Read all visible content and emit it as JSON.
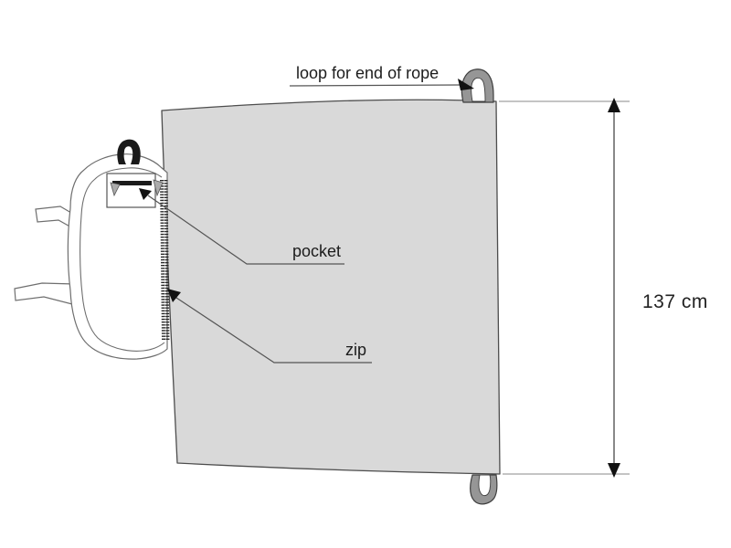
{
  "diagram": {
    "labels": {
      "rope_loop": "loop for end of rope",
      "pocket": "pocket",
      "zip": "zip",
      "height_dimension": "137 cm"
    },
    "colors": {
      "background": "#ffffff",
      "tarp_fill": "#d9d9d9",
      "tarp_stroke": "#4d4d4d",
      "loop_fill": "#969696",
      "loop_hole": "#ffffff",
      "backpack_outline": "#6e6e6e",
      "handle_fill": "#1a1a1a",
      "pocket_zip_bar": "#1a1a1a",
      "flap_fill": "#ababab",
      "zipper_teeth": "#262626",
      "leader_line": "#555555",
      "arrowhead": "#111111",
      "text": "#1c1c1c"
    }
  }
}
